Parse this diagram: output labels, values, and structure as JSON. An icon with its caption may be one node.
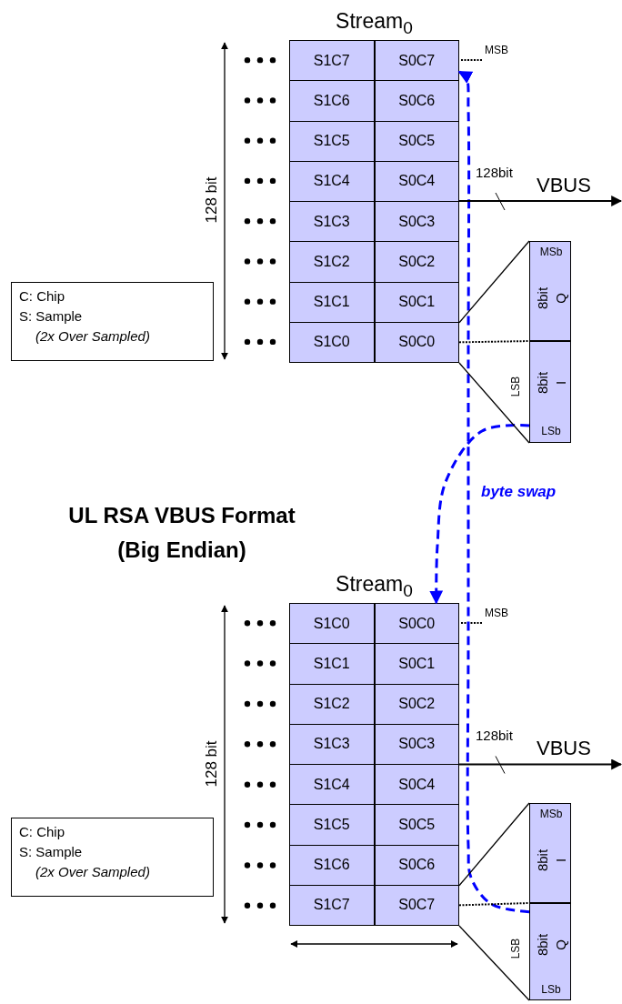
{
  "diagram": {
    "title": "UL RSA VBUS Format (Big Endian)",
    "nodes": [
      {
        "text": [
          "Stream$_{0}$"
        ]
      },
      {
        "text": [
          "S1C7"
        ],
        "in": 0
      },
      {
        "text": [
          "S0C7"
        ],
        "in": 0
      },
      {
        "text": [
          "S1C6"
        ],
        "in": 0
      },
      {
        "text": [
          "S0C6"
        ],
        "in": 0
      },
      {
        "text": [
          "S1C5"
        ],
        "in": 0
      },
      {
        "text": [
          "S0C5"
        ],
        "in": 0
      },
      {
        "text": [
          "S1C4"
        ],
        "in": 0
      },
      {
        "text": [
          "S0C4"
        ],
        "in": 0
      },
      {
        "text": [
          "S1C3"
        ],
        "in": 0
      },
      {
        "text": [
          "S0C3"
        ],
        "in": 0
      },
      {
        "text": [
          "S1C2"
        ],
        "in": 0
      },
      {
        "text": [
          "S0C2"
        ],
        "in": 0
      },
      {
        "text": [
          "S1C1"
        ],
        "in": 0
      },
      {
        "text": [
          "S0C1"
        ],
        "in": 0
      },
      {
        "text": [
          "S1C0"
        ],
        "in": 0
      },
      {
        "text": [
          "S0C0"
        ],
        "in": 0
      },
      {
        "text": [
          "MSb",
          "8bit",
          "Q"
        ]
      },
      {
        "text": [
          "8bit",
          "I",
          "LSb"
        ]
      },
      {
        "text": [
          "C: Chip",
          "S: Sample",
          "(2x Over Sampled)"
        ]
      },
      {
        "text": [
          "Stream$_{0}$"
        ]
      },
      {
        "text": [
          "S1C0"
        ],
        "in": 20
      },
      {
        "text": [
          "S0C0"
        ],
        "in": 20
      },
      {
        "text": [
          "S1C1"
        ],
        "in": 20
      },
      {
        "text": [
          "S0C1"
        ],
        "in": 20
      },
      {
        "text": [
          "S1C2"
        ],
        "in": 20
      },
      {
        "text": [
          "S0C2"
        ],
        "in": 20
      },
      {
        "text": [
          "S1C3"
        ],
        "in": 20
      },
      {
        "text": [
          "S0C3"
        ],
        "in": 20
      },
      {
        "text": [
          "S1C4"
        ],
        "in": 20
      },
      {
        "text": [
          "S0C4"
        ],
        "in": 20
      },
      {
        "text": [
          "S1C5"
        ],
        "in": 20
      },
      {
        "text": [
          "S0C5"
        ],
        "in": 20
      },
      {
        "text": [
          "S1C6"
        ],
        "in": 20
      },
      {
        "text": [
          "S0C6"
        ],
        "in": 20
      },
      {
        "text": [
          "S1C7"
        ],
        "in": 20
      },
      {
        "text": [
          "S0C7"
        ],
        "in": 20
      },
      {
        "text": [
          "MSb",
          "8bit",
          "I"
        ]
      },
      {
        "text": [
          "8bit",
          "Q",
          "LSb"
        ]
      },
      {
        "text": [
          "C: Chip",
          "S: Sample",
          "(2x Over Sampled)"
        ]
      }
    ],
    "edges": [
      {
        "from": 18,
        "to": 22,
        "arrow": "to",
        "label": "byte swap",
        "style": "dashed",
        "color": "#0000ff"
      },
      {
        "from": 38,
        "to": 2,
        "arrow": "to",
        "style": "dashed",
        "color": "#0000ff"
      },
      {
        "from": 0,
        "to": null,
        "arrow": "to",
        "label": "VBUS",
        "color": "#000000"
      },
      {
        "from": 20,
        "to": null,
        "arrow": "to",
        "label": "VBUS",
        "color": "#000000"
      },
      {
        "from": 14,
        "to": 17,
        "arrow": "none",
        "color": "#000000"
      },
      {
        "from": 16,
        "to": 18,
        "arrow": "none",
        "color": "#000000"
      },
      {
        "from": 16,
        "to": 17,
        "arrow": "none",
        "style": "dashed",
        "color": "#000000"
      },
      {
        "from": 34,
        "to": 37,
        "arrow": "none",
        "color": "#000000"
      },
      {
        "from": 36,
        "to": 38,
        "arrow": "none",
        "color": "#000000"
      },
      {
        "from": 36,
        "to": 38,
        "arrow": "none",
        "style": "dashed",
        "color": "#000000"
      }
    ],
    "labels": [
      "128 bit",
      "MSB",
      "128bit",
      "LSB",
      "128 bit",
      "MSB",
      "128bit",
      "LSB"
    ]
  }
}
